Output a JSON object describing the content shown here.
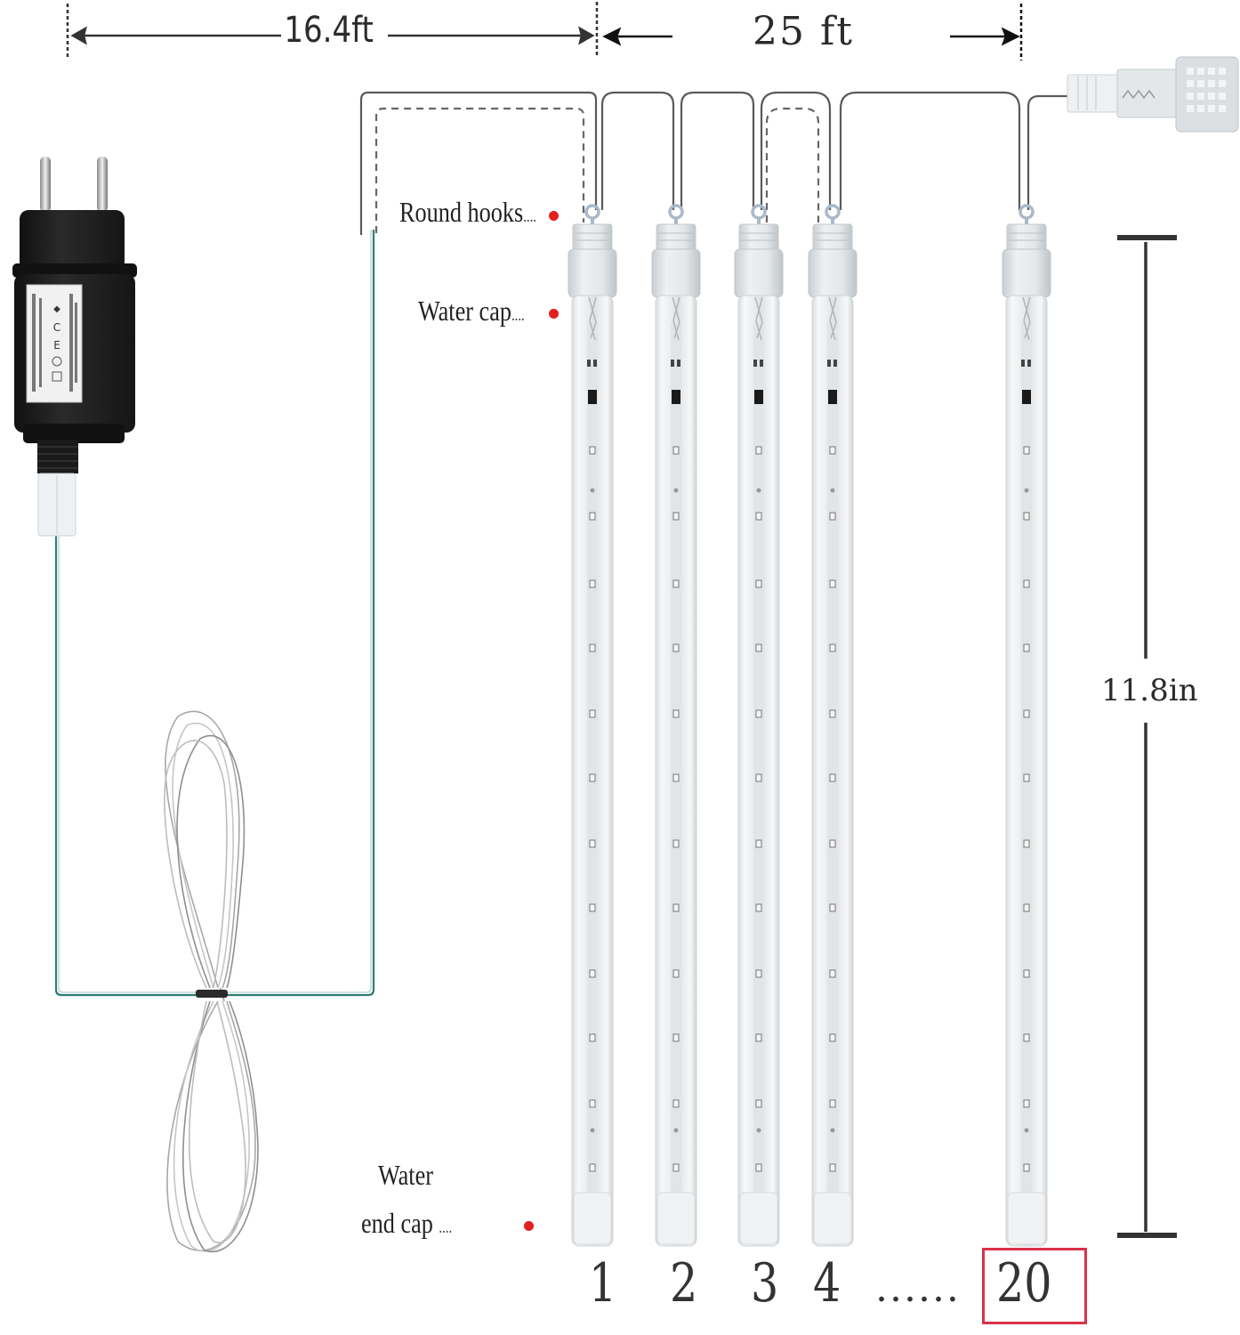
{
  "diagram": {
    "subject": "LED meteor shower tube lights wiring and dimensions",
    "colors": {
      "dimension_line": "#333333",
      "cable_outline": "#555555",
      "power_cable": "#2e7d74",
      "callout_dot": "#e32020",
      "highlight_box": "#d8324a",
      "adapter_body": "#1e1e1e"
    },
    "dimensions": {
      "lead_cable_length": "16.4ft",
      "tube_span_length": "25 ft",
      "tube_height": "11.8in"
    },
    "callouts": {
      "round_hooks": "Round hooks",
      "water_cap": "Water cap",
      "water_end_cap_line1": "Water",
      "water_end_cap_line2": "end cap",
      "leader_dots": "....",
      "leader_dots_short": "...."
    },
    "tubes": {
      "labels": [
        "1",
        "2",
        "3",
        "4",
        "20"
      ],
      "ellipsis": "......",
      "highlighted_label": "20",
      "visible_count": 5,
      "total_count": 20
    },
    "components": {
      "power_adapter": "eu-plug-adapter-icon",
      "end_connector": "end-connector-icon",
      "cable_coil": "cable-coil-icon"
    }
  }
}
